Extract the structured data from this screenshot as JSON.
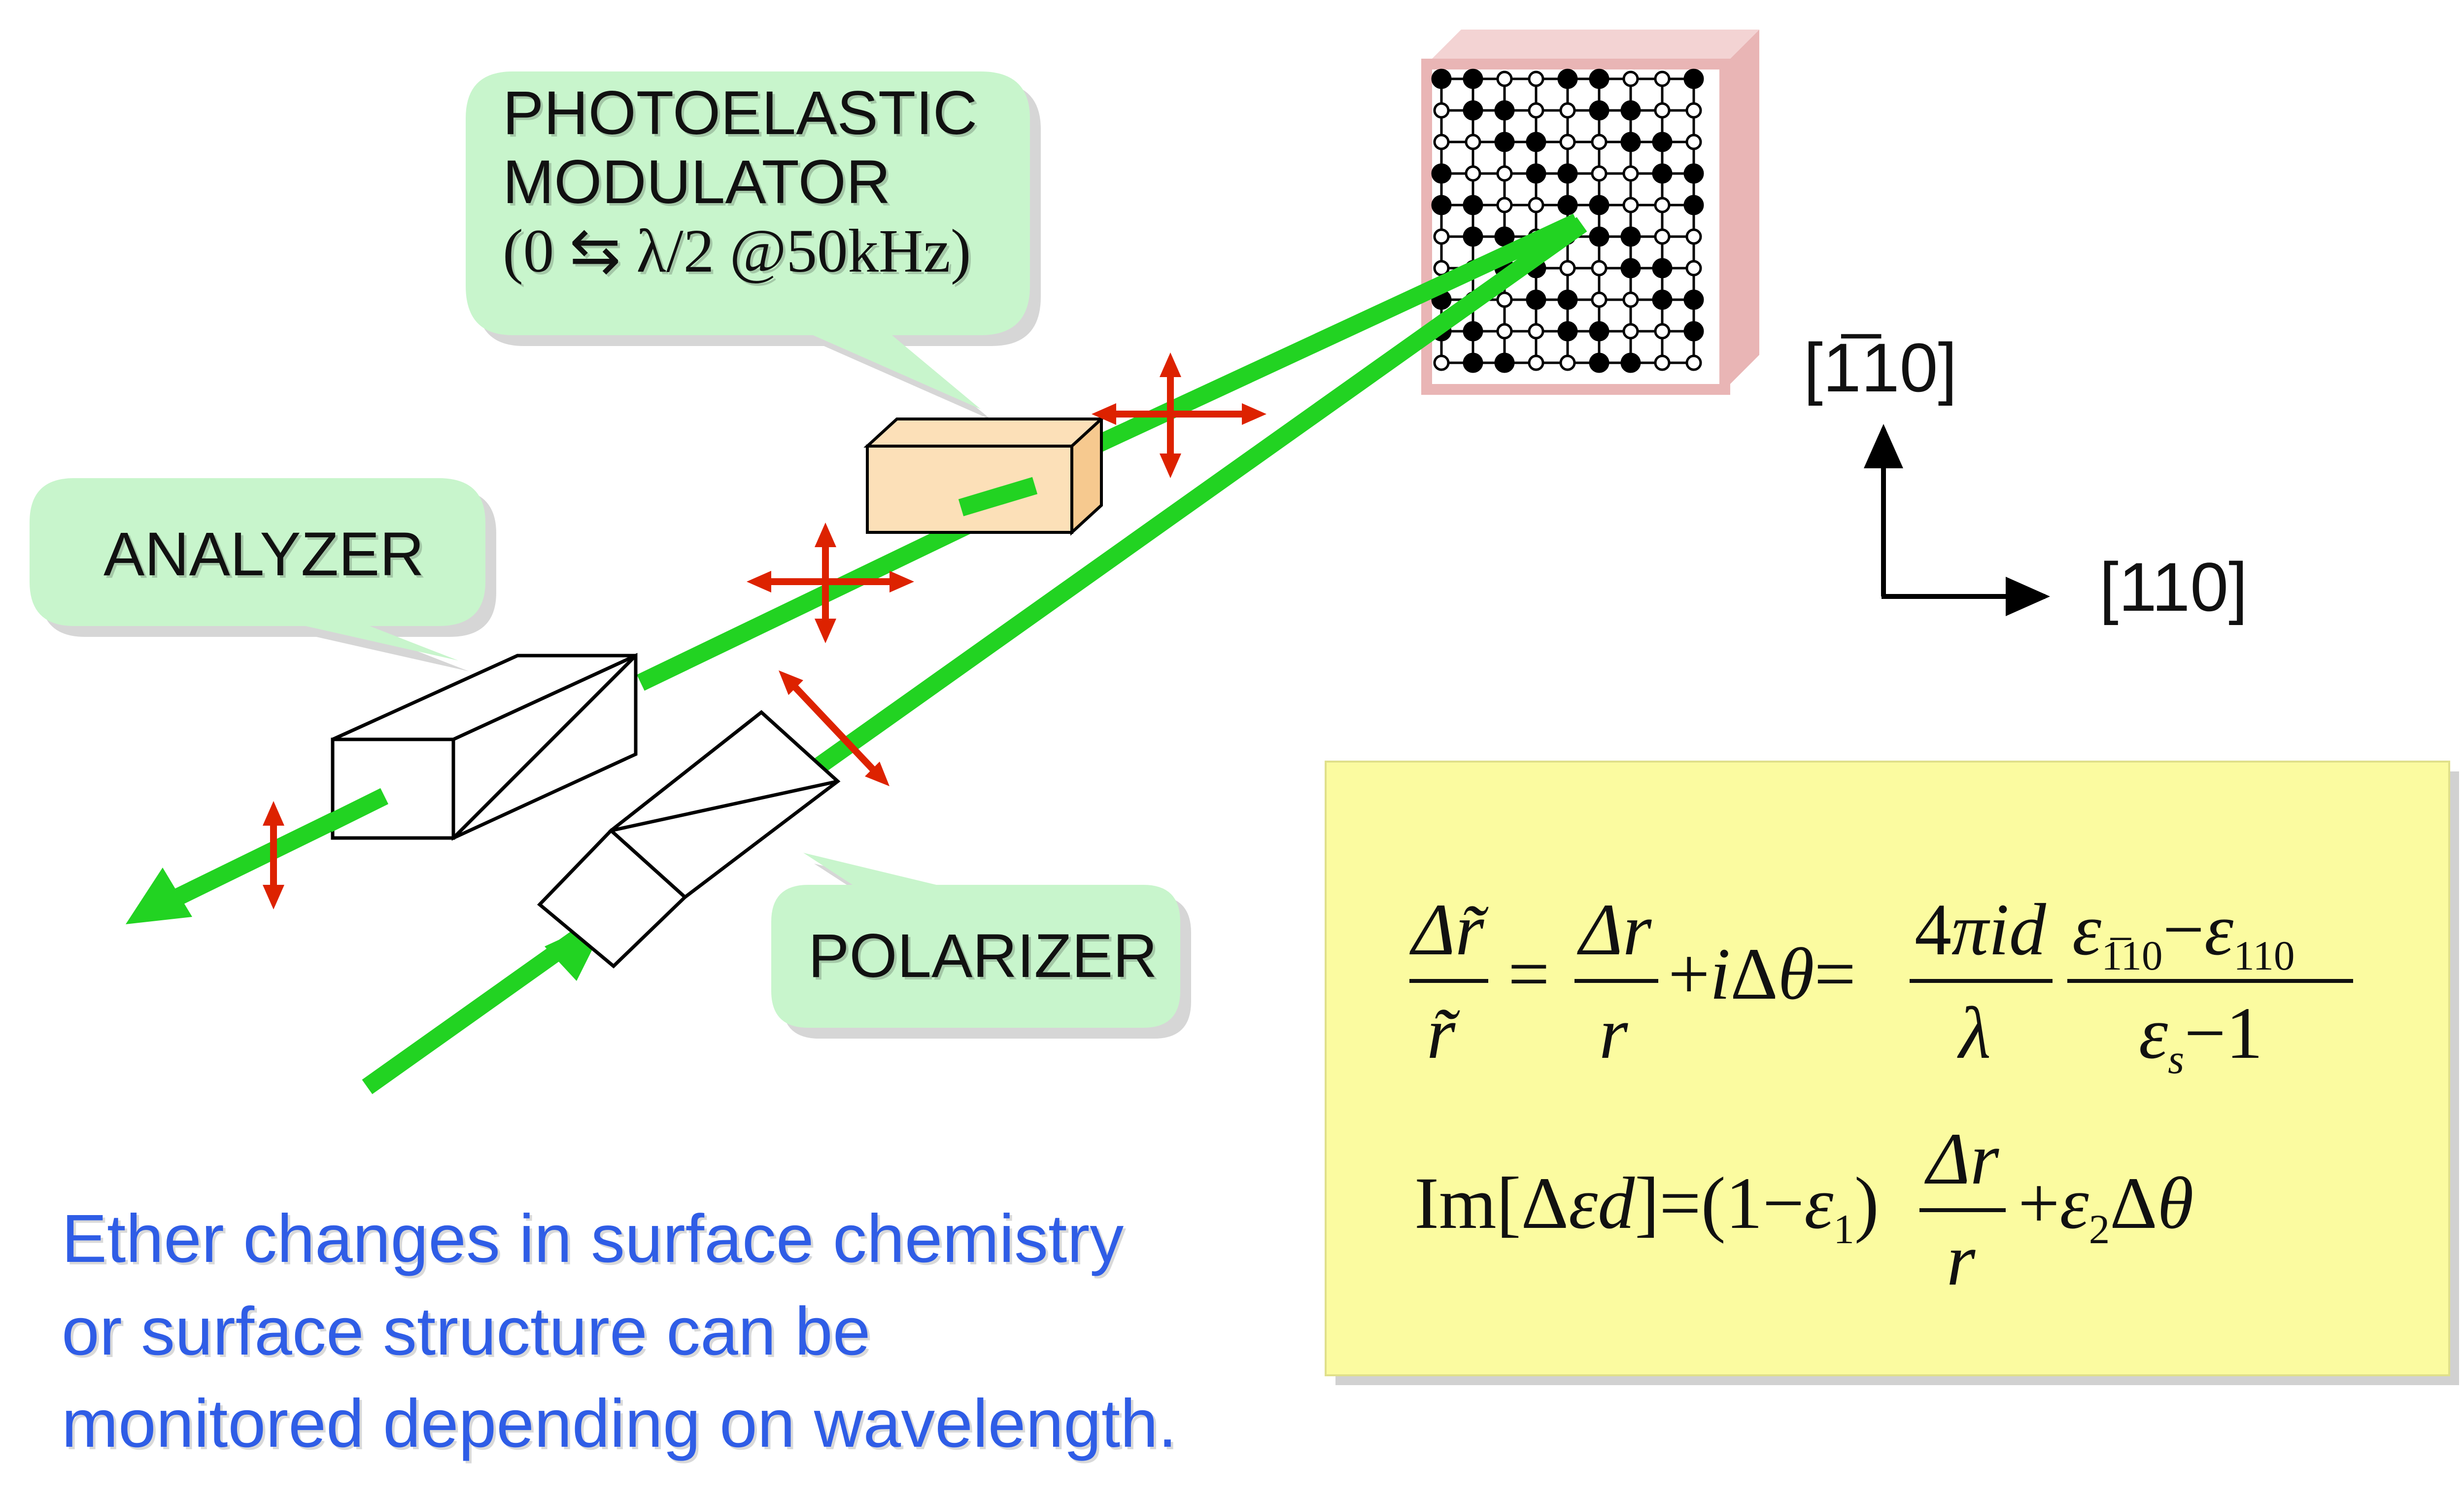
{
  "labels": {
    "pem_line1": "PHOTOELASTIC",
    "pem_line2": "MODULATOR",
    "pem_line3": "(0 ⇆ λ/2 @50kHz)",
    "analyzer": "ANALYZER",
    "polarizer": "POLARIZER"
  },
  "axes": {
    "vertical": "[1̅10]",
    "horizontal": "[110]"
  },
  "caption": {
    "line1": "Ether changes in surface chemistry",
    "line2": "or surface structure can be",
    "line3": "monitored depending on wavelength."
  },
  "equations": {
    "eq1": "Δr̃/r̃ = Δr/r + iΔθ = (4πid/λ)·(ε_1̅10 − ε_110)/(ε_s − 1)",
    "eq2": "Im[Δεd] = (1 − ε_1) Δr/r + ε_2 Δθ"
  },
  "colors": {
    "beam": "#22d322",
    "polarization_arrow": "#dd2200",
    "callout_fill": "#c8f5cc",
    "modulator_fill": "#fce0b8",
    "crystal_side": "#e9b5b5",
    "equation_box": "#fbfba0",
    "caption_text": "#2f5de6"
  }
}
